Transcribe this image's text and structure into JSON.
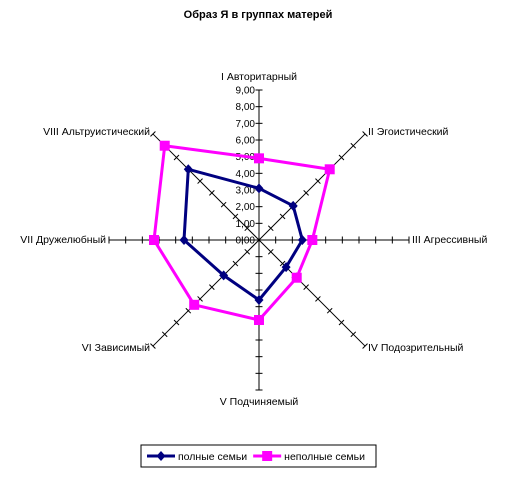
{
  "chart_data": {
    "type": "radar",
    "title": "Образ Я в группах матерей",
    "axes": [
      {
        "numeral": "I",
        "name": "Авторитарный"
      },
      {
        "numeral": "II",
        "name": "Эгоистический"
      },
      {
        "numeral": "III",
        "name": "Агрессивный"
      },
      {
        "numeral": "IV",
        "name": "Подозрительный"
      },
      {
        "numeral": "V",
        "name": "Подчиняемый"
      },
      {
        "numeral": "VI",
        "name": "Зависимый"
      },
      {
        "numeral": "VII",
        "name": "Дружелюбный"
      },
      {
        "numeral": "VIII",
        "name": "Альтруистический"
      }
    ],
    "ticks": [
      "0,00",
      "1,00",
      "2,00",
      "3,00",
      "4,00",
      "5,00",
      "6,00",
      "7,00",
      "8,00",
      "9,00"
    ],
    "rlim": [
      0,
      9
    ],
    "grid": false,
    "legend_position": "bottom",
    "series": [
      {
        "name": "полные семьи",
        "color": "#000080",
        "marker": "diamond",
        "values": [
          3.1,
          2.9,
          2.6,
          2.3,
          3.6,
          3.0,
          4.5,
          6.0
        ]
      },
      {
        "name": "неполные семьи",
        "color": "#ff00ff",
        "marker": "square",
        "values": [
          4.9,
          6.0,
          3.2,
          3.2,
          4.8,
          5.5,
          6.3,
          8.0
        ]
      }
    ]
  }
}
